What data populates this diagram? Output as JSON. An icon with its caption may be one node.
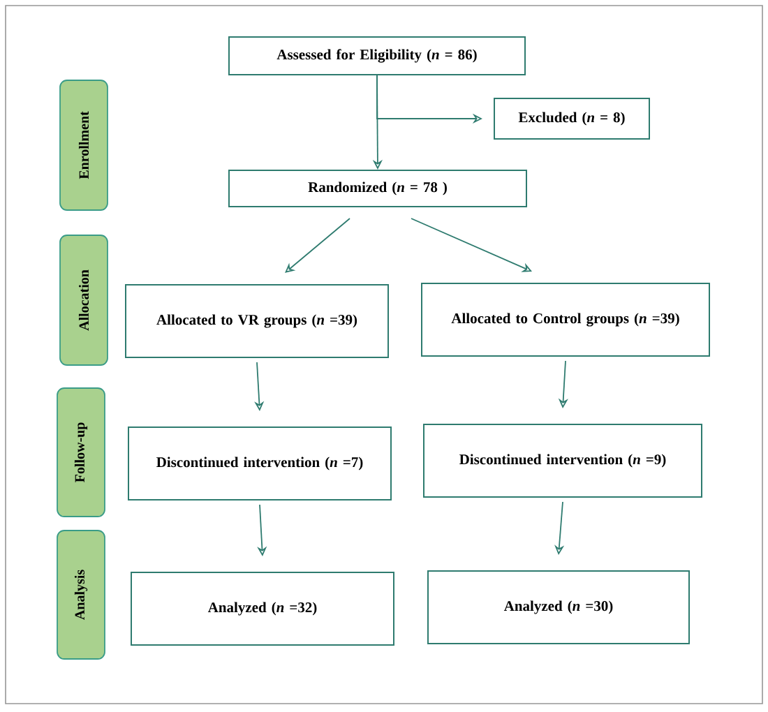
{
  "diagram": {
    "nodes": [
      {
        "text": [
          "Assessed for Eligibility (*n* = 86)"
        ]
      },
      {
        "text": [
          "Excluded (*n* = 8)"
        ]
      },
      {
        "text": [
          "Randomized (*n* = 78 )"
        ]
      },
      {
        "text": [
          "Allocated to VR groups (*n* =39)"
        ]
      },
      {
        "text": [
          "Allocated to Control groups (*n* =39)"
        ]
      },
      {
        "text": [
          "Discontinued intervention (*n* =7)"
        ]
      },
      {
        "text": [
          "Discontinued intervention (*n* =9)"
        ]
      },
      {
        "text": [
          "Analyzed (*n* =32)"
        ]
      },
      {
        "text": [
          "Analyzed (*n* =30)"
        ]
      },
      {
        "text": [
          "Enrollment"
        ]
      },
      {
        "text": [
          "Allocation"
        ]
      },
      {
        "text": [
          "Follow-up"
        ]
      },
      {
        "text": [
          "Analysis"
        ]
      }
    ],
    "edges": [
      {
        "from": 0,
        "to": 2,
        "arrow": "to"
      },
      {
        "from": 0,
        "to": 1,
        "arrow": "to"
      },
      {
        "from": 2,
        "to": 3,
        "arrow": "to"
      },
      {
        "from": 2,
        "to": 4,
        "arrow": "to"
      },
      {
        "from": 3,
        "to": 5,
        "arrow": "to"
      },
      {
        "from": 4,
        "to": 6,
        "arrow": "to"
      },
      {
        "from": 5,
        "to": 7,
        "arrow": "to"
      },
      {
        "from": 6,
        "to": 8,
        "arrow": "to"
      }
    ]
  }
}
